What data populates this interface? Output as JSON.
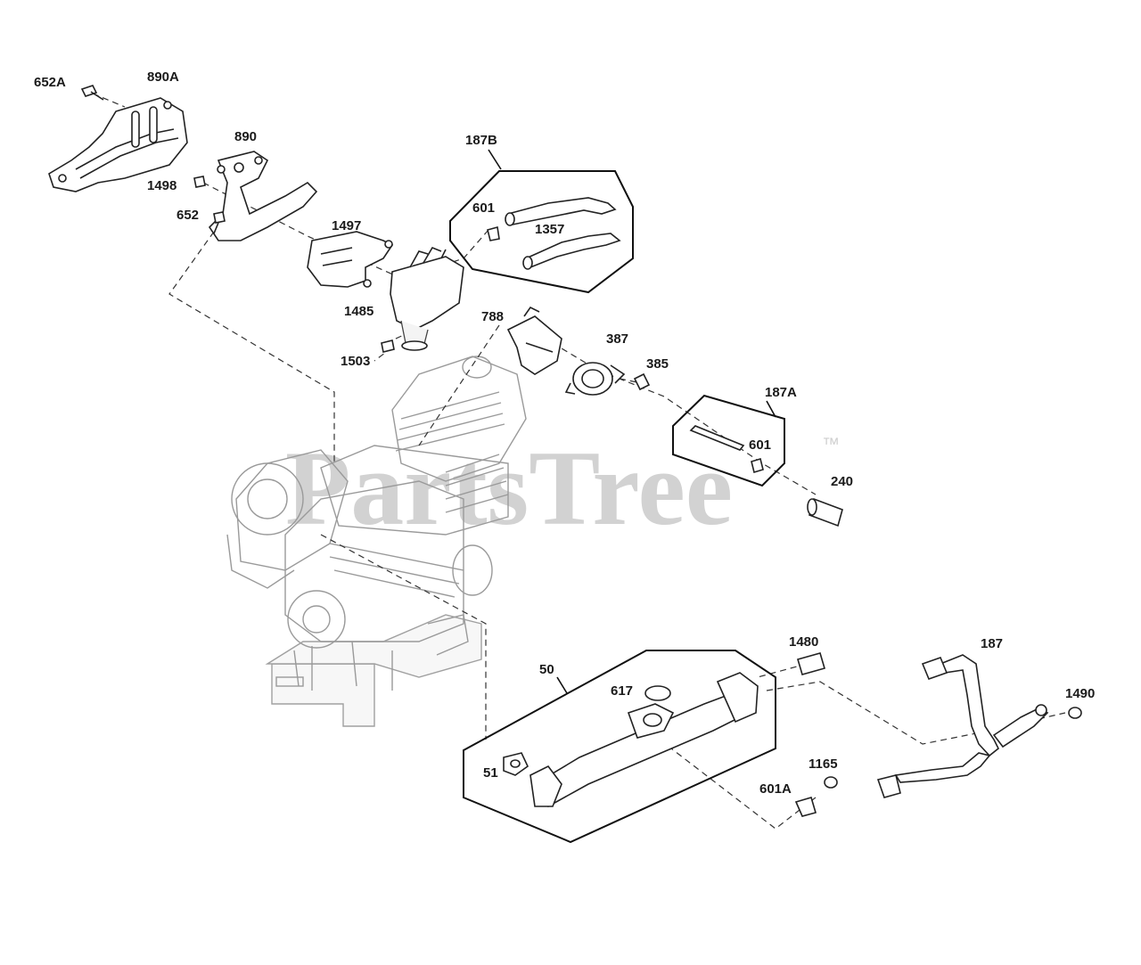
{
  "watermark": {
    "text": "PartsTree",
    "trademark": "™"
  },
  "callouts": {
    "c652A": "652A",
    "c890A": "890A",
    "c890": "890",
    "c1498": "1498",
    "c652": "652",
    "c1497": "1497",
    "c187B": "187B",
    "c601_top": "601",
    "c1357": "1357",
    "c1485": "1485",
    "c1503": "1503",
    "c788": "788",
    "c387": "387",
    "c385": "385",
    "c187A": "187A",
    "c601_mid": "601",
    "c240": "240",
    "c1480": "1480",
    "c187": "187",
    "c1490": "1490",
    "c50": "50",
    "c617": "617",
    "c51": "51",
    "c1165": "1165",
    "c601A": "601A"
  }
}
